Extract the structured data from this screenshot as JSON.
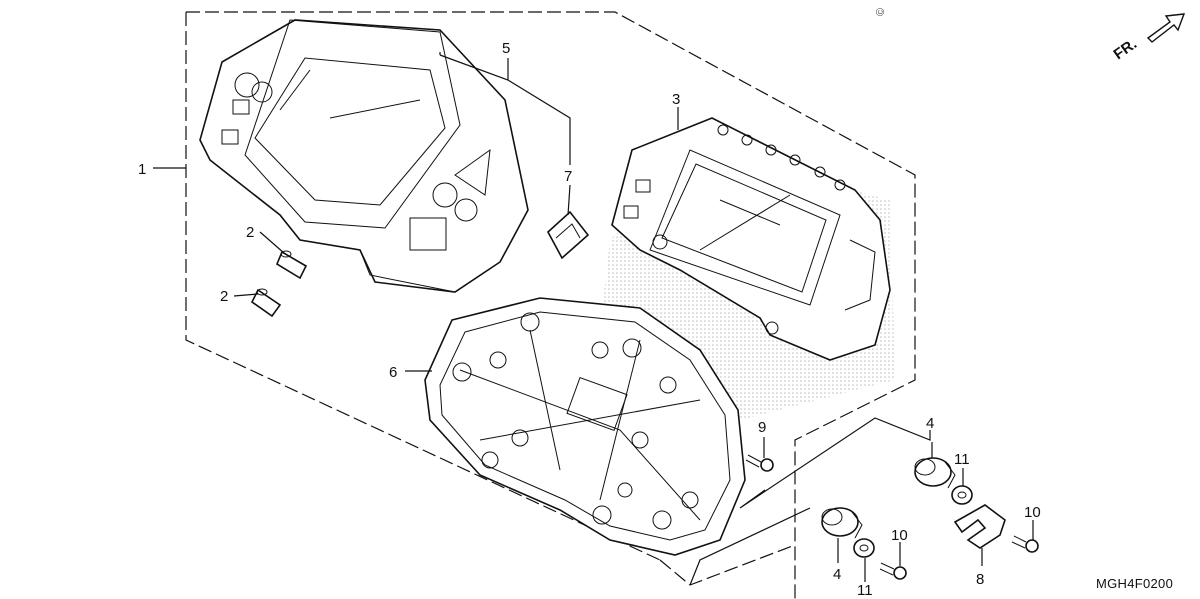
{
  "diagram": {
    "copyright_mark": "©",
    "direction_label": "FR.",
    "figure_code": "MGH4F0200",
    "callouts": [
      {
        "id": "c1",
        "text": "1"
      },
      {
        "id": "c2a",
        "text": "2"
      },
      {
        "id": "c2b",
        "text": "2"
      },
      {
        "id": "c3",
        "text": "3"
      },
      {
        "id": "c4a",
        "text": "4"
      },
      {
        "id": "c4b",
        "text": "4"
      },
      {
        "id": "c5",
        "text": "5"
      },
      {
        "id": "c6",
        "text": "6"
      },
      {
        "id": "c7",
        "text": "7"
      },
      {
        "id": "c8",
        "text": "8"
      },
      {
        "id": "c9",
        "text": "9"
      },
      {
        "id": "c10a",
        "text": "10"
      },
      {
        "id": "c10b",
        "text": "10"
      },
      {
        "id": "c11a",
        "text": "11"
      },
      {
        "id": "c11b",
        "text": "11"
      }
    ]
  }
}
